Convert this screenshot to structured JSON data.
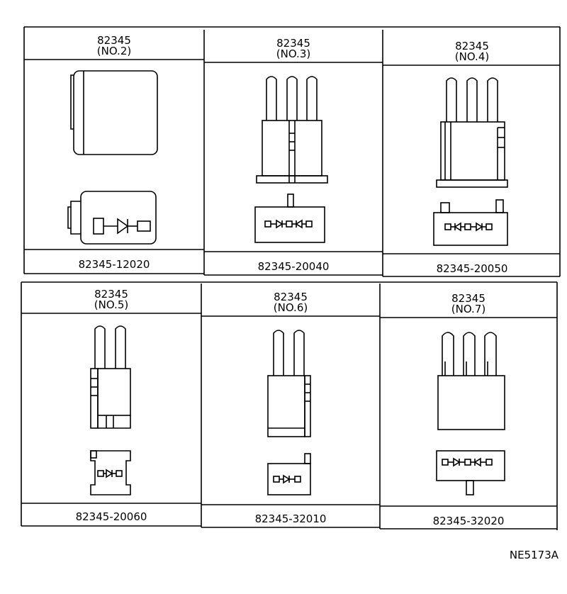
{
  "figure_id": "NE5173A",
  "cells": [
    {
      "title": "82345",
      "subtitle": "(NO.2)",
      "part_number": "82345-12020"
    },
    {
      "title": "82345",
      "subtitle": "(NO.3)",
      "part_number": "82345-20040"
    },
    {
      "title": "82345",
      "subtitle": "(NO.4)",
      "part_number": "82345-20050"
    },
    {
      "title": "82345",
      "subtitle": "(NO.5)",
      "part_number": "82345-20060"
    },
    {
      "title": "82345",
      "subtitle": "(NO.6)",
      "part_number": "82345-32010"
    },
    {
      "title": "82345",
      "subtitle": "(NO.7)",
      "part_number": "82345-32020"
    }
  ]
}
